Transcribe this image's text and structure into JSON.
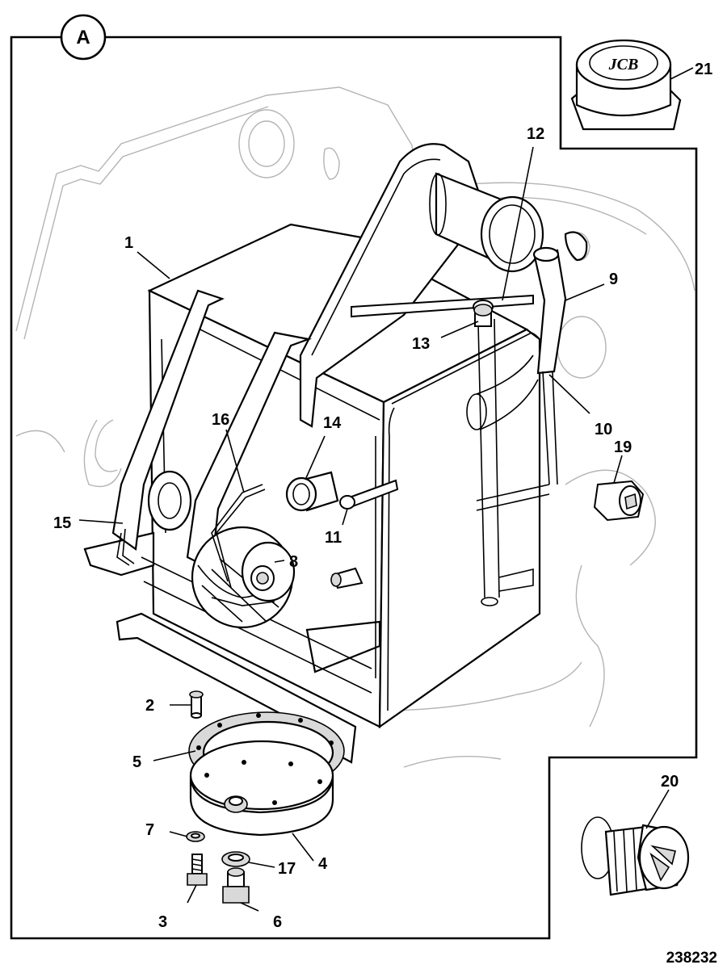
{
  "diagram": {
    "view_label": "A",
    "figure_number": "238232",
    "callouts": [
      {
        "id": "c1",
        "label": "1"
      },
      {
        "id": "c2",
        "label": "2"
      },
      {
        "id": "c3",
        "label": "3"
      },
      {
        "id": "c4",
        "label": "4"
      },
      {
        "id": "c5",
        "label": "5"
      },
      {
        "id": "c6",
        "label": "6"
      },
      {
        "id": "c7",
        "label": "7"
      },
      {
        "id": "c8",
        "label": "8"
      },
      {
        "id": "c9",
        "label": "9"
      },
      {
        "id": "c10",
        "label": "10"
      },
      {
        "id": "c11",
        "label": "11"
      },
      {
        "id": "c12",
        "label": "12"
      },
      {
        "id": "c13",
        "label": "13"
      },
      {
        "id": "c14",
        "label": "14"
      },
      {
        "id": "c15",
        "label": "15"
      },
      {
        "id": "c16",
        "label": "16"
      },
      {
        "id": "c17",
        "label": "17"
      },
      {
        "id": "c19",
        "label": "19"
      },
      {
        "id": "c20",
        "label": "20"
      },
      {
        "id": "c21",
        "label": "21"
      }
    ],
    "cap_logo_text": "JCB"
  }
}
